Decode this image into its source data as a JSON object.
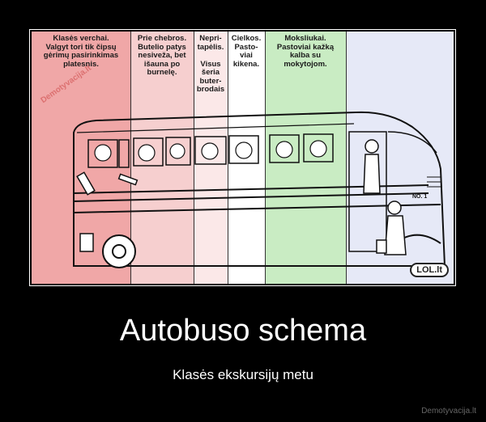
{
  "zones": [
    {
      "id": "zone-1",
      "text": "Klasės verchai.\nValgyt tori tik čipsų\ngėrimų pasirinkimas\nplatesnis.",
      "bg": "#f0a7a7"
    },
    {
      "id": "zone-2",
      "text": "Prie chebros.\nButelio patys\nnesiveža, bet\nišauna po\nburnelę.",
      "bg": "#f6cfcf"
    },
    {
      "id": "zone-3",
      "text": "Nepri-\ntapėlis.\n\nVisus\nšeria\nbuter-\nbrodais",
      "bg": "#fbe8e8"
    },
    {
      "id": "zone-4",
      "text": "Cielkos.\nPasto-\nviai\nkikena.",
      "bg": "#ffffff"
    },
    {
      "id": "zone-5",
      "text": "Moksliukai.\nPastoviai kažką\nkalba su\nmokytojom.",
      "bg": "#c9ecc3"
    },
    {
      "id": "zone-6",
      "text": "",
      "bg": "#e6e9f7"
    }
  ],
  "watermark": "Demotyvacija.lt",
  "bus_label": "NO. 1",
  "corner_logo": "LOL.lt",
  "title": "Autobuso schema",
  "subtitle": "Klasės ekskursijų metu",
  "site": "Demotyvacija.lt"
}
